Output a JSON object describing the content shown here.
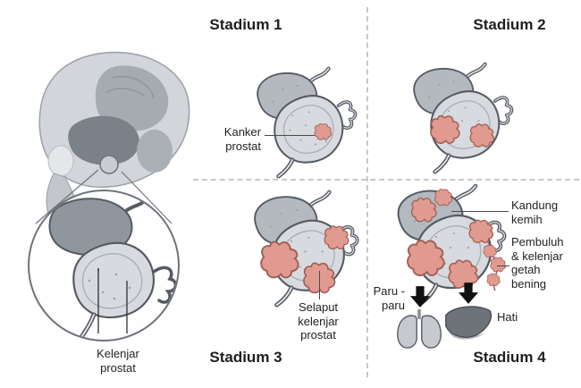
{
  "palette": {
    "cancer_fill": "#e09a90",
    "cancer_stroke": "#9e5d54",
    "gray_light": "#d7dade",
    "gray_mid": "#b4b9c0",
    "gray_dark": "#7b8189",
    "outline": "#565b63",
    "line_color": "#4a4a4a",
    "dash_color": "#c8c8c8",
    "text_color": "#1f1f1f"
  },
  "stages": {
    "stage1": {
      "title": "Stadium 1"
    },
    "stage2": {
      "title": "Stadium 2"
    },
    "stage3": {
      "title": "Stadium 3"
    },
    "stage4": {
      "title": "Stadium 4"
    }
  },
  "labels": {
    "kanker_prostat": "Kanker\nprostat",
    "kandung_kemih": "Kandung\nkemih",
    "pembuluh_kelenjar": "Pembuluh\n& kelenjar\ngetah\nbening",
    "paru_paru": "Paru -\nparu",
    "hati": "Hati",
    "selaput_kelenjar_prostat": "Selaput\nkelenjar\nprostat",
    "kelenjar_prostat": "Kelenjar\nprostat"
  }
}
